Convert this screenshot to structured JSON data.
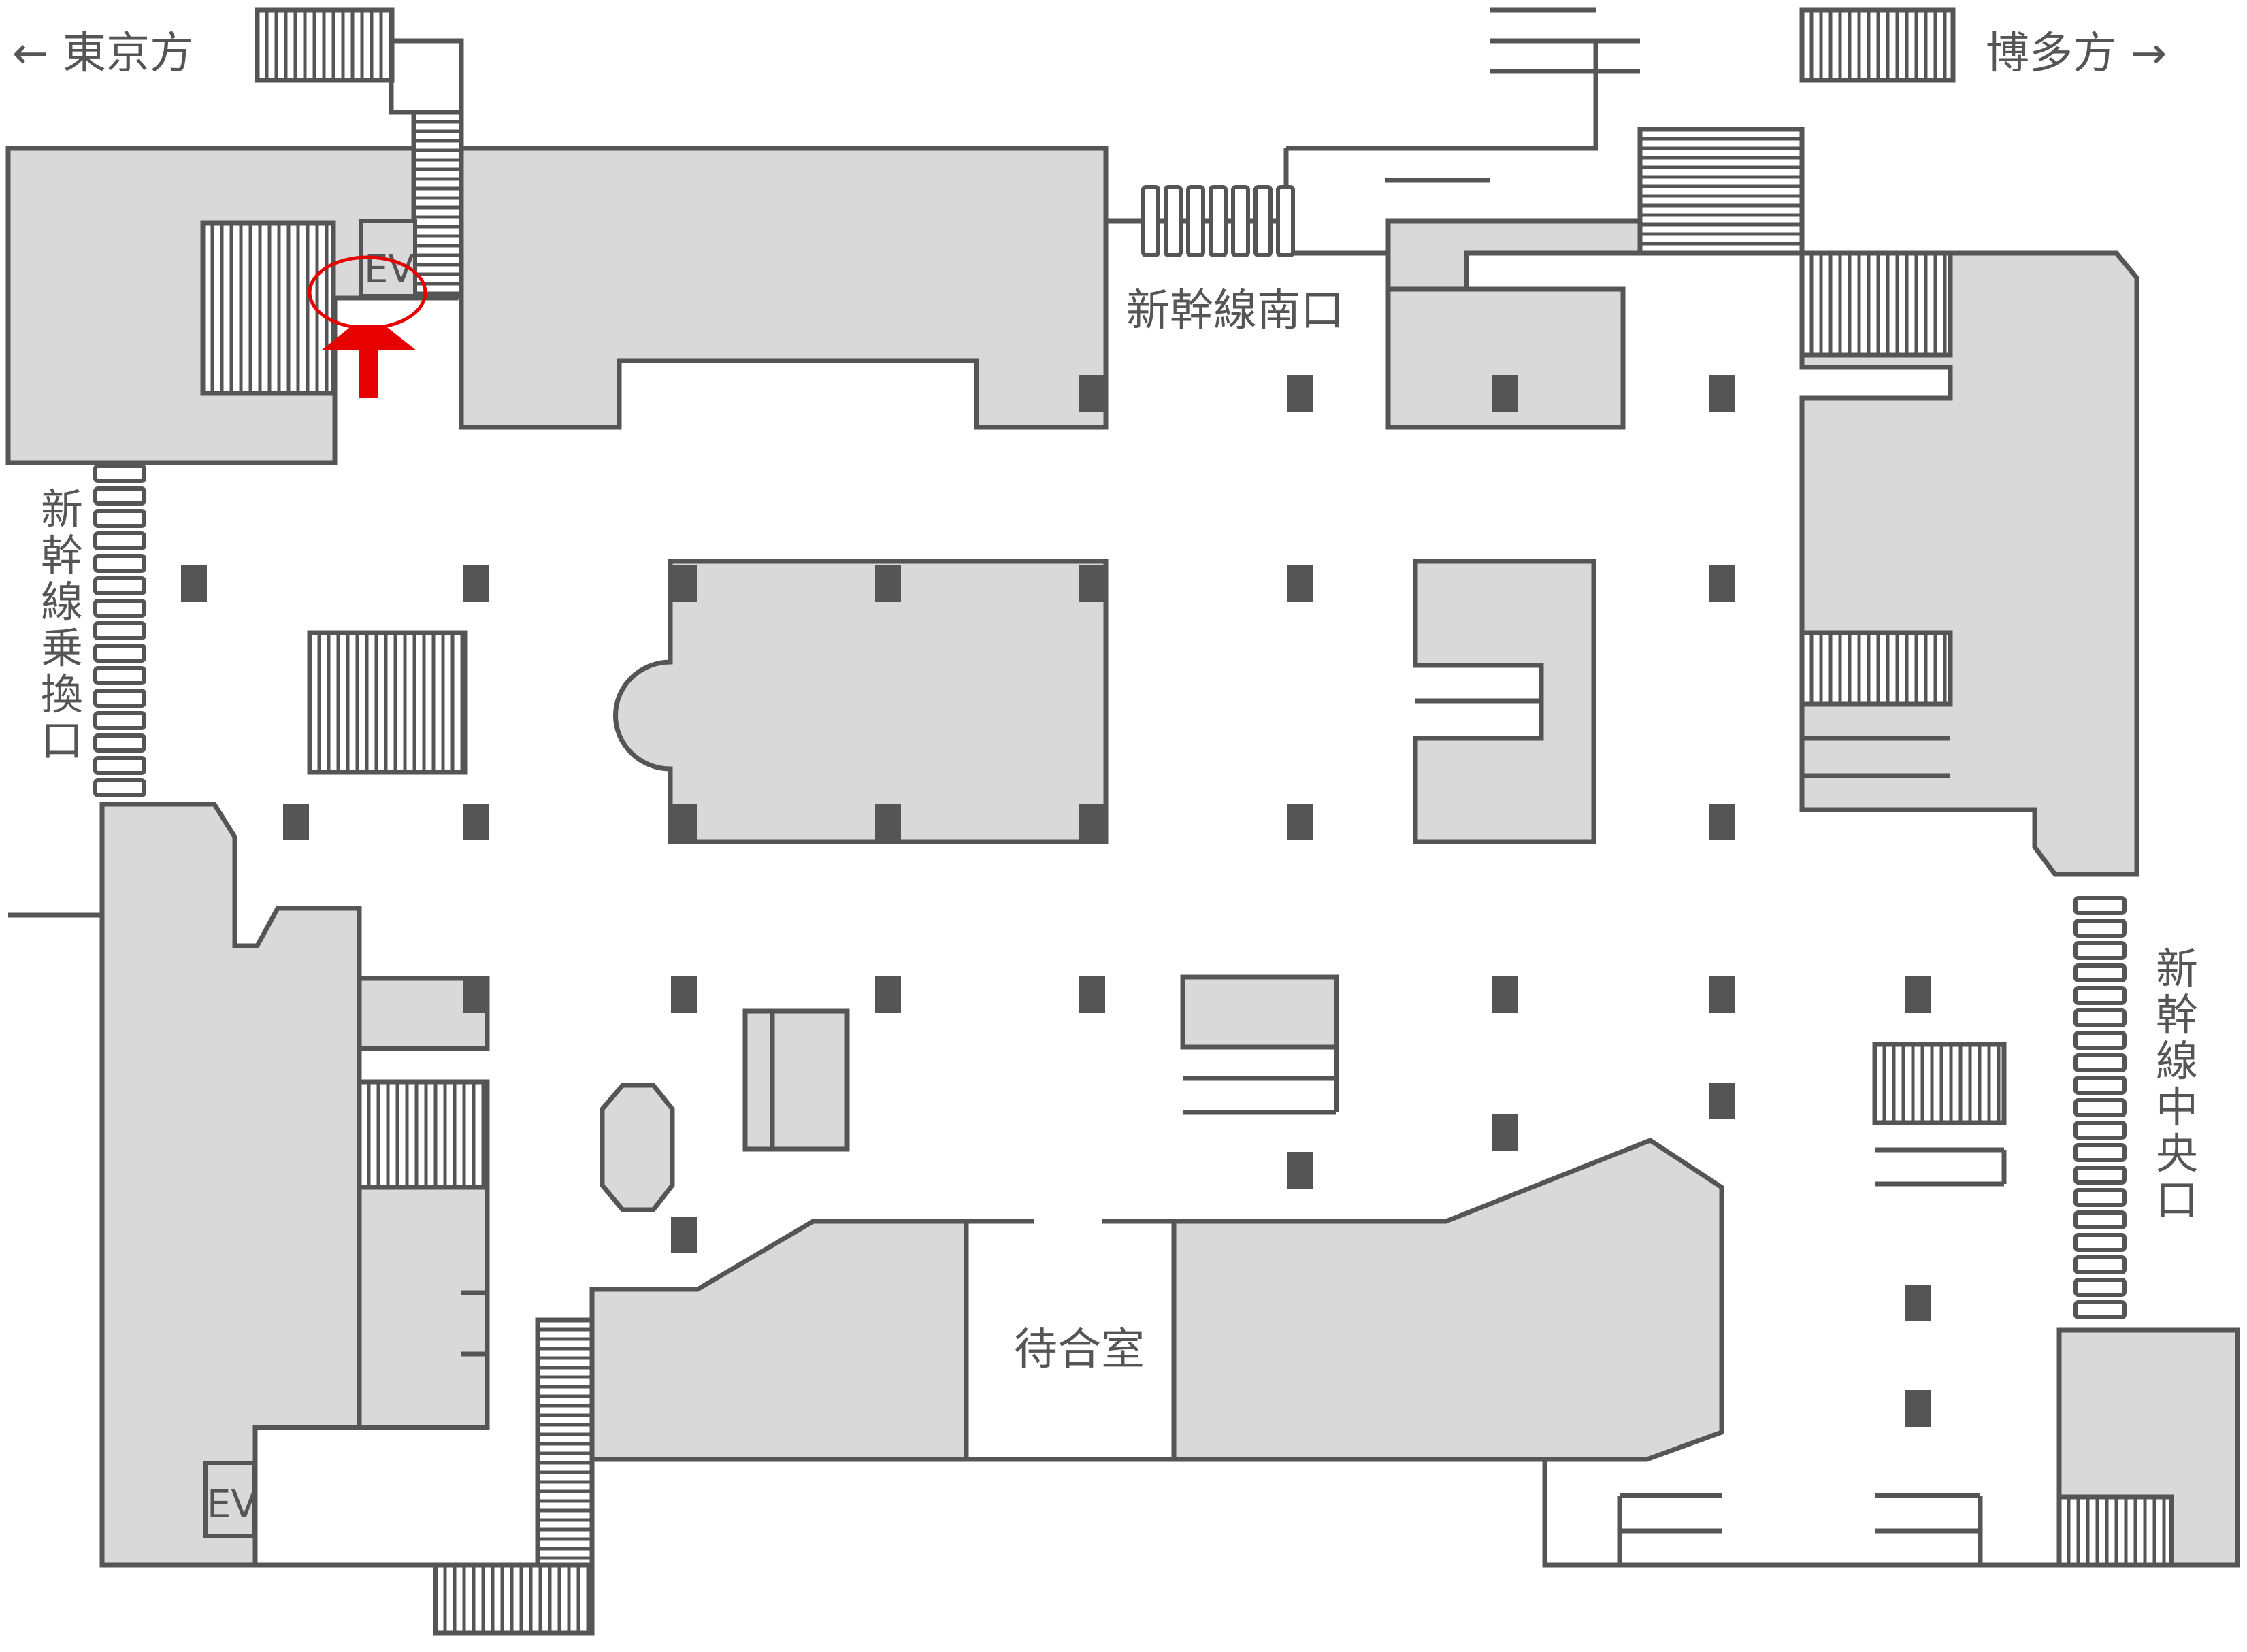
{
  "map": {
    "directions": {
      "tokyo": "← 東京方",
      "hakata": "博多方 →"
    },
    "entrances": {
      "south": "新幹線南口",
      "transfer": "新幹線乗換口",
      "central": "新幹線中央口"
    },
    "rooms": {
      "waiting_room": "待合室"
    },
    "elevators": {
      "ev_upper": "EV",
      "ev_lower": "EV"
    },
    "highlight": {
      "target": "ev_upper",
      "marker_color": "#e60000",
      "arrow_color": "#e60000"
    },
    "colors": {
      "room_fill": "#d9d9d9",
      "line": "#555555",
      "background": "#ffffff"
    }
  }
}
